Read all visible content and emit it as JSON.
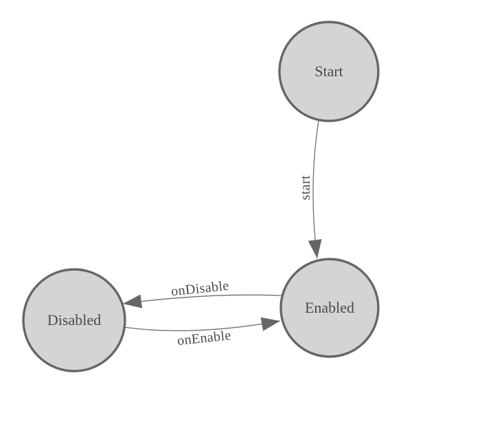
{
  "diagram": {
    "background": "#ffffff",
    "colors": {
      "node_fill": "#d4d4d4",
      "node_stroke": "#666666",
      "edge_stroke": "#6e6e6e",
      "arrow_fill": "#666666",
      "text": "#4a4a4f"
    },
    "nodes": [
      {
        "label": "Start"
      },
      {
        "label": "Enabled"
      },
      {
        "label": "Disabled"
      }
    ],
    "edges": [
      {
        "label": "start",
        "from": "Start",
        "to": "Enabled"
      },
      {
        "label": "onDisable",
        "from": "Enabled",
        "to": "Disabled"
      },
      {
        "label": "onEnable",
        "from": "Disabled",
        "to": "Enabled"
      }
    ]
  }
}
